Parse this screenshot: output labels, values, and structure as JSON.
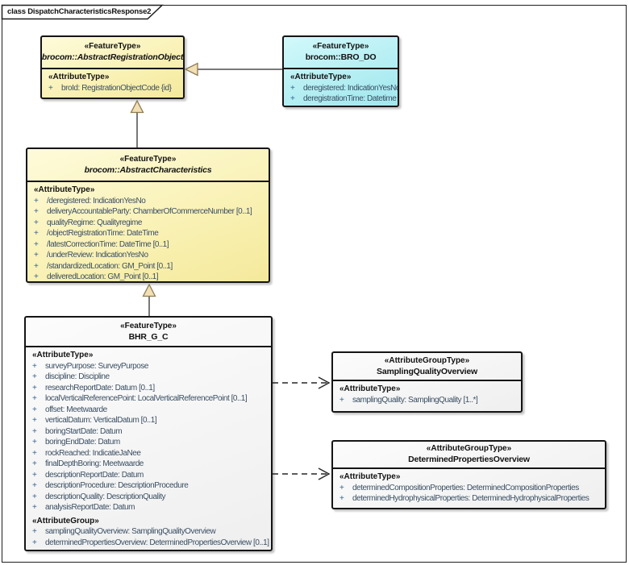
{
  "tab": {
    "title": "class DispatchCharacteristicsResponse2"
  },
  "colors": {
    "box_yellow": "#f8efad",
    "box_cyan": "#aeecf1",
    "box_white": "#efefef",
    "border": "#151515",
    "connector": "#3d3d3d",
    "triangle_fill": "#f2dfb4",
    "attribute_text": "#3a4e63"
  },
  "classes": [
    {
      "key": "abstract-registration-object",
      "stereotype": "«FeatureType»",
      "name": "brocom::AbstractRegistrationObject",
      "abstract": true,
      "sections": [
        {
          "label": "«AttributeType»",
          "rows": [
            {
              "vis": "+",
              "text": "broId: RegistrationObjectCode {id}"
            }
          ]
        }
      ]
    },
    {
      "key": "bro-do",
      "stereotype": "«FeatureType»",
      "name": "brocom::BRO_DO",
      "abstract": false,
      "sections": [
        {
          "label": "«AttributeType»",
          "rows": [
            {
              "vis": "+",
              "text": "deregistered: IndicationYesNo"
            },
            {
              "vis": "+",
              "text": "deregistrationTime: Datetime"
            }
          ]
        }
      ]
    },
    {
      "key": "abstract-characteristics",
      "stereotype": "«FeatureType»",
      "name": "brocom::AbstractCharacteristics",
      "abstract": true,
      "sections": [
        {
          "label": "«AttributeType»",
          "rows": [
            {
              "vis": "+",
              "text": "/deregistered: IndicationYesNo"
            },
            {
              "vis": "+",
              "text": "deliveryAccountableParty: ChamberOfCommerceNumber [0..1]"
            },
            {
              "vis": "+",
              "text": "qualityRegime: Qualityregime"
            },
            {
              "vis": "+",
              "text": "/objectRegistrationTime: DateTime"
            },
            {
              "vis": "+",
              "text": "/latestCorrectionTime: DateTime [0..1]"
            },
            {
              "vis": "+",
              "text": "/underReview: IndicationYesNo"
            },
            {
              "vis": "+",
              "text": "/standardizedLocation: GM_Point [0..1]"
            },
            {
              "vis": "+",
              "text": "deliveredLocation: GM_Point [0..1]"
            }
          ]
        }
      ]
    },
    {
      "key": "bhr-g-c",
      "stereotype": "«FeatureType»",
      "name": "BHR_G_C",
      "abstract": false,
      "sections": [
        {
          "label": "«AttributeType»",
          "rows": [
            {
              "vis": "+",
              "text": "surveyPurpose: SurveyPurpose"
            },
            {
              "vis": "+",
              "text": "discipline: Discipline"
            },
            {
              "vis": "+",
              "text": "researchReportDate: Datum [0..1]"
            },
            {
              "vis": "+",
              "text": "localVerticalReferencePoint: LocalVerticalReferencePoint [0..1]"
            },
            {
              "vis": "+",
              "text": "offset: Meetwaarde"
            },
            {
              "vis": "+",
              "text": "verticalDatum: VerticalDatum [0..1]"
            },
            {
              "vis": "+",
              "text": "boringStartDate: Datum"
            },
            {
              "vis": "+",
              "text": "boringEndDate: Datum"
            },
            {
              "vis": "+",
              "text": "rockReached: IndicatieJaNee"
            },
            {
              "vis": "+",
              "text": "finalDepthBoring: Meetwaarde"
            },
            {
              "vis": "+",
              "text": "descriptionReportDate: Datum"
            },
            {
              "vis": "+",
              "text": "descriptionProcedure: DescriptionProcedure"
            },
            {
              "vis": "+",
              "text": "descriptionQuality: DescriptionQuality"
            },
            {
              "vis": "+",
              "text": "analysisReportDate: Datum"
            }
          ]
        },
        {
          "label": "«AttributeGroup»",
          "rows": [
            {
              "vis": "+",
              "text": "samplingQualityOverview: SamplingQualityOverview"
            },
            {
              "vis": "+",
              "text": "determinedPropertiesOverview: DeterminedPropertiesOverview [0..1]"
            }
          ]
        }
      ]
    },
    {
      "key": "sampling-quality-overview",
      "stereotype": "«AttributeGroupType»",
      "name": "SamplingQualityOverview",
      "abstract": false,
      "sections": [
        {
          "label": "«AttributeType»",
          "rows": [
            {
              "vis": "+",
              "text": "samplingQuality: SamplingQuality [1..*]"
            }
          ]
        }
      ]
    },
    {
      "key": "determined-properties-overview",
      "stereotype": "«AttributeGroupType»",
      "name": "DeterminedPropertiesOverview",
      "abstract": false,
      "sections": [
        {
          "label": "«AttributeType»",
          "rows": [
            {
              "vis": "+",
              "text": "determinedCompositionProperties: DeterminedCompositionProperties"
            },
            {
              "vis": "+",
              "text": "determinedHydrophysicalProperties: DeterminedHydrophysicalProperties"
            }
          ]
        }
      ]
    }
  ],
  "connectors": [
    {
      "type": "generalization",
      "from": "brocom::BRO_DO",
      "to": "brocom::AbstractRegistrationObject"
    },
    {
      "type": "generalization",
      "from": "brocom::AbstractCharacteristics",
      "to": "brocom::AbstractRegistrationObject"
    },
    {
      "type": "generalization",
      "from": "BHR_G_C",
      "to": "brocom::AbstractCharacteristics"
    },
    {
      "type": "dependency",
      "from": "BHR_G_C",
      "to": "SamplingQualityOverview"
    },
    {
      "type": "dependency",
      "from": "BHR_G_C",
      "to": "DeterminedPropertiesOverview"
    }
  ]
}
